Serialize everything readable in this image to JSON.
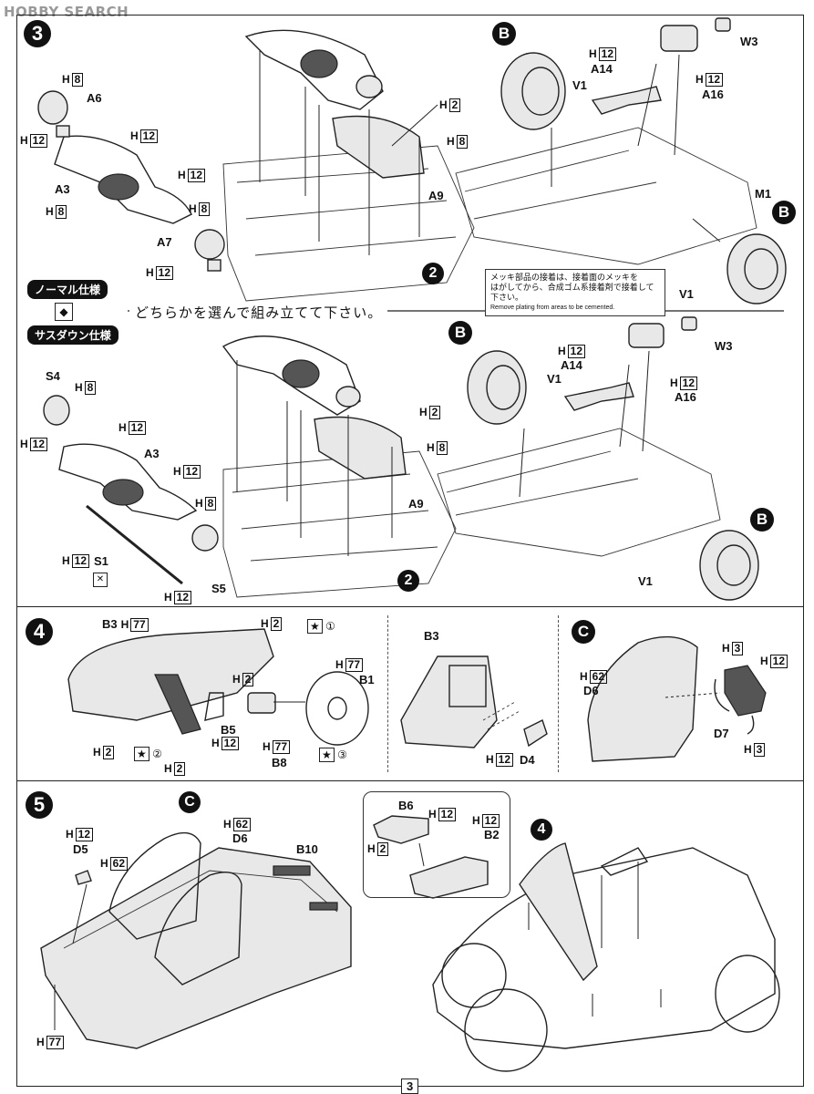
{
  "watermark": "HOBBY SEARCH",
  "page_number": "3",
  "step3": {
    "number": "3",
    "normal_spec": "ノーマル仕様",
    "suspension_spec": "サスダウン仕様",
    "choose_text": "どちらかを選んで組み立てて下さい。",
    "note_jp_1": "メッキ部品の接着は、接着面のメッキを",
    "note_jp_2": "はがしてから、合成ゴム系接着剤で接着して下さい。",
    "note_en": "Remove plating from areas to be cemented.",
    "top": {
      "parts": [
        "A6",
        "A3",
        "A7",
        "A9",
        "A14",
        "A16",
        "W3",
        "M1",
        "V1",
        "V1"
      ],
      "b_label": "B",
      "sub_ref": "2"
    },
    "bottom": {
      "parts": [
        "S4",
        "A3",
        "S1",
        "S5",
        "A9",
        "A14",
        "A16",
        "W3",
        "V1",
        "V1"
      ],
      "b_label": "B",
      "sub_ref": "2"
    }
  },
  "step4": {
    "number": "4",
    "parts": [
      "B3",
      "B1",
      "B5",
      "B8",
      "B3",
      "D4"
    ],
    "star1": "①",
    "star2": "②",
    "star3": "③"
  },
  "stepC": {
    "label": "C",
    "parts": [
      "D6",
      "D7"
    ]
  },
  "step5": {
    "number": "5",
    "c_label": "C",
    "ref4": "4",
    "parts": [
      "D5",
      "D6",
      "B10",
      "B6",
      "B2"
    ]
  },
  "colors": {
    "H": "H",
    "codes": [
      "8",
      "12",
      "2",
      "77",
      "62",
      "3"
    ]
  }
}
